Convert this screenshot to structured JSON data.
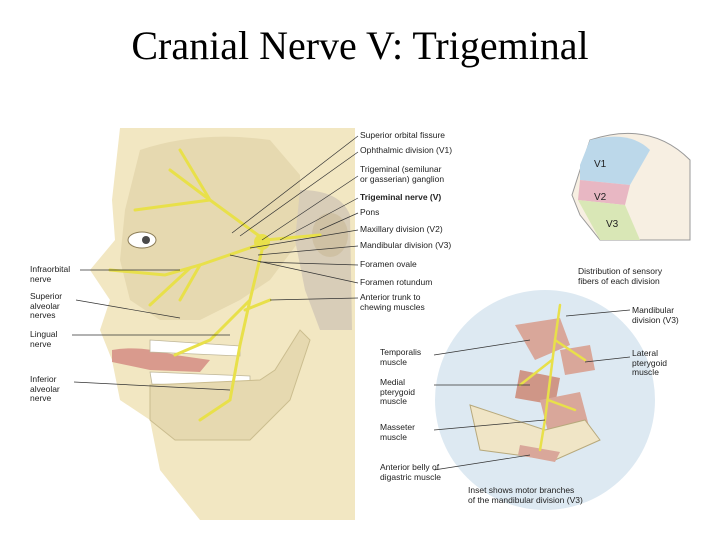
{
  "title": "Cranial Nerve V: Trigeminal",
  "main_labels_right": [
    "Superior orbital fissure",
    "Ophthalmic division (V1)",
    "Trigeminal (semilunar\nor gasserian) ganglion",
    "Trigeminal nerve (V)",
    "Pons",
    "Maxillary division (V2)",
    "Mandibular division (V3)",
    "Foramen ovale",
    "Foramen rotundum",
    "Anterior trunk to\nchewing muscles"
  ],
  "main_labels_left": [
    "Infraorbital\nnerve",
    "Superior\nalveolar\nnerves",
    "Lingual\nnerve",
    "Inferior\nalveolar\nnerve"
  ],
  "sensory_inset": {
    "zones": [
      "V1",
      "V2",
      "V3"
    ],
    "caption": "Distribution of sensory\nfibers of each division"
  },
  "motor_inset": {
    "labels_left": [
      "Temporalis\nmuscle",
      "Medial\npterygoid\nmuscle",
      "Masseter\nmuscle",
      "Anterior belly of\ndigastric muscle"
    ],
    "labels_right": [
      "Mandibular\ndivision (V3)",
      "Lateral\npterygoid\nmuscle"
    ],
    "caption": "Inset shows motor branches\nof the mandibular division (V3)"
  },
  "colors": {
    "nerve": "#e8e04a",
    "skin": "#f2e7c2",
    "bone": "#e6d9b0",
    "brain": "#d8cdb8",
    "muscle": "#d9a79a",
    "inset_bg": "#dde9f2",
    "v1_zone": "#bcd8ea",
    "v2_zone": "#e8b7c3",
    "v3_zone": "#d9e7b6"
  }
}
